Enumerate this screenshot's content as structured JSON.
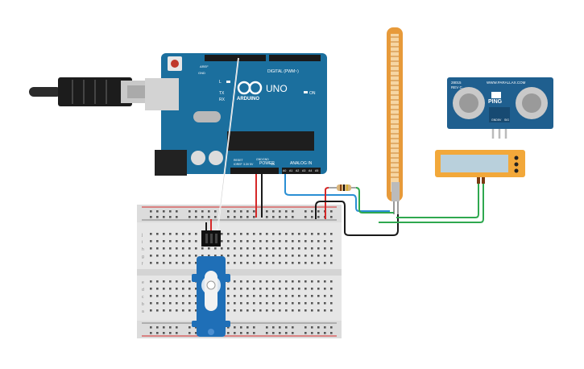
{
  "arduino": {
    "brand": "ARDUINO",
    "model": "UNO",
    "digital_label": "DIGITAL (PWM~)",
    "power_label": "POWER",
    "analog_label": "ANALOG IN",
    "on_label": "ON",
    "l_label": "L",
    "tx_label": "TX",
    "rx_label": "RX",
    "aref_label": "AREF",
    "gnd_label": "GND",
    "power_pins": [
      "IOREF",
      "RESET",
      "3.3V",
      "5V",
      "GND",
      "GND",
      "Vin"
    ],
    "analog_pins": [
      "A0",
      "A1",
      "A2",
      "A3",
      "A4",
      "A5"
    ]
  },
  "ping_sensor": {
    "maker_line": "WWW.PARALLAX.COM",
    "model_line": "28015",
    "rev_line": "REV C",
    "name": "PING",
    "pins": [
      "GND",
      "5V",
      "SIG"
    ]
  },
  "breadboard": {
    "row_letters_top": [
      "j",
      "i",
      "h",
      "g",
      "f"
    ],
    "row_letters_bottom": [
      "e",
      "d",
      "c",
      "b",
      "a"
    ]
  },
  "colors": {
    "arduino_board": "#1b6f9e",
    "wire_red": "#d62828",
    "wire_black": "#1a1a1a",
    "wire_blue": "#2a8fd4",
    "wire_green": "#2fa84f",
    "servo_blue": "#1f6fb7",
    "lcd_orange": "#f2a83a",
    "flex_orange": "#e79a3a",
    "ping_blue": "#1f5f8f"
  }
}
